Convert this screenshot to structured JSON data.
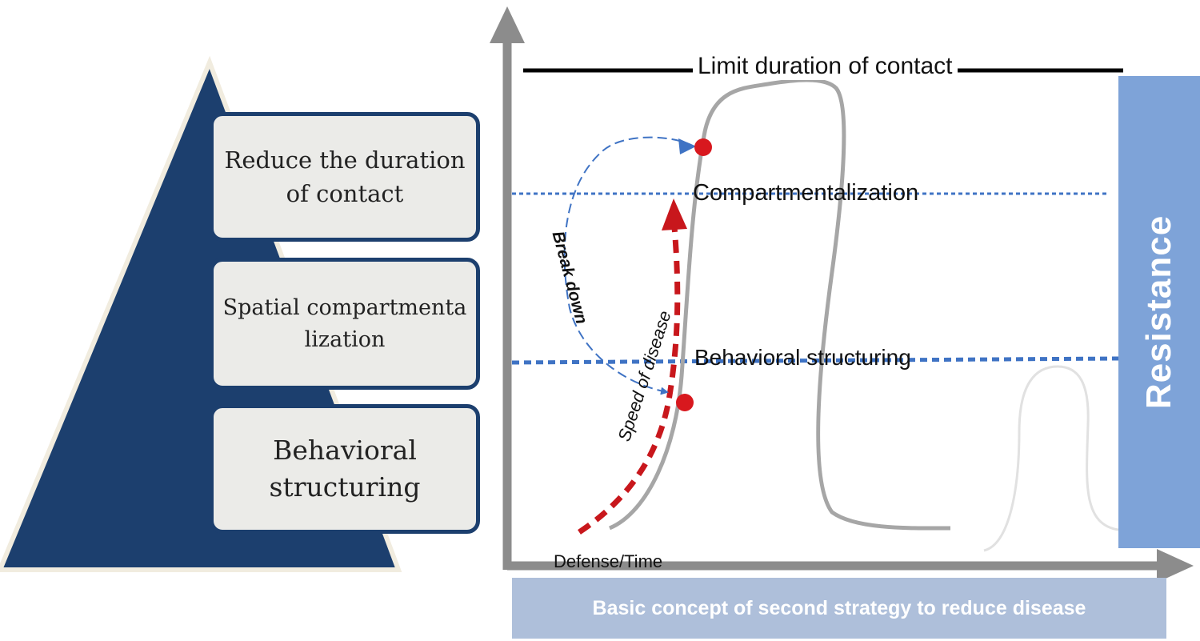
{
  "pyramid": {
    "levels": [
      {
        "label": "Reduce the duration of contact"
      },
      {
        "label": "Spatial compartmentalization"
      },
      {
        "label": "Behavioral structuring"
      }
    ]
  },
  "graph": {
    "x_axis_label": "Defense/Time",
    "limit_label": "Limit duration of contact",
    "compartment_label": "Compartmentalization",
    "behavioral_label": "Behavioral structuring",
    "breakdown_label": "Break down",
    "speed_label": "Speed of disease",
    "resistance_label": "Resistance",
    "caption": "Basic concept of second strategy to reduce disease"
  },
  "colors": {
    "pyramid": "#1c3f6e",
    "box_fill": "#ebebe8",
    "dotted_line": "#3f73c4",
    "disease": "#c8171c",
    "curve": "#a6a6a6",
    "resistance_bar": "#7ea3d8",
    "caption_bar": "#aebfda",
    "axis": "#8c8c8c"
  }
}
